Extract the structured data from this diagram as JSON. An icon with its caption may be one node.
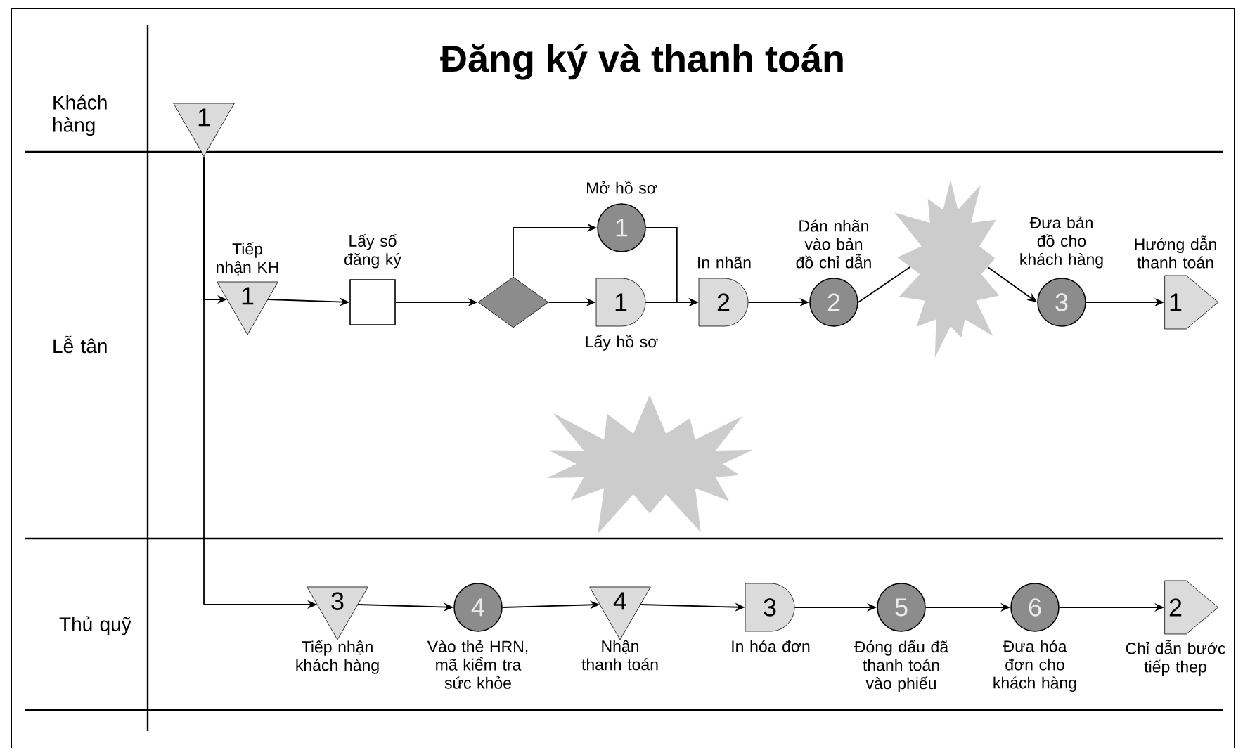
{
  "diagram": {
    "title": "Đăng ký và thanh toán",
    "nodes": [
      {
        "text": [
          "1"
        ]
      },
      {
        "text": [
          "1"
        ],
        "beside": [
          "Tiếp nhận KH"
        ]
      },
      {
        "text": [],
        "shape": "box",
        "beside": [
          "Lấy số đăng ký"
        ]
      },
      {
        "text": [],
        "shape": "diamond"
      },
      {
        "text": [
          "1"
        ],
        "beside": [
          "Mở hồ sơ"
        ]
      },
      {
        "text": [
          "1"
        ],
        "beside": [
          "Lấy hồ sơ"
        ]
      },
      {
        "text": [
          "2"
        ],
        "beside": [
          "In nhãn"
        ]
      },
      {
        "text": [
          "2"
        ],
        "beside": [
          "Dán nhãn vào bản đồ chỉ dẫn"
        ]
      },
      {
        "text": [],
        "shape": "starburst"
      },
      {
        "text": [
          "3"
        ],
        "beside": [
          "Đưa bản đồ cho khách hàng"
        ]
      },
      {
        "text": [
          "1"
        ],
        "beside": [
          "Hướng dẫn thanh toán"
        ]
      },
      {
        "text": [
          "3"
        ],
        "beside": [
          "Tiếp nhận khách hàng"
        ]
      },
      {
        "text": [
          "4"
        ],
        "beside": [
          "Vào thẻ HRN, mã kiểm tra sức khỏe"
        ]
      },
      {
        "text": [
          "4"
        ],
        "beside": [
          "Nhận thanh toán"
        ]
      },
      {
        "text": [
          "3"
        ],
        "beside": [
          "In hóa đơn"
        ]
      },
      {
        "text": [
          "5"
        ],
        "beside": [
          "Đóng dấu đã thanh toán vào phiếu"
        ]
      },
      {
        "text": [
          "6"
        ],
        "beside": [
          "Đưa hóa đơn cho khách hàng"
        ]
      },
      {
        "text": [
          "2"
        ],
        "beside": [
          "Chỉ dẫn bước tiếp thep"
        ]
      },
      {
        "text": [],
        "shape": "starburst"
      }
    ],
    "edges": [
      {
        "from": 0,
        "to": 1,
        "arrow": "to"
      },
      {
        "from": 0,
        "to": 11,
        "arrow": "to"
      },
      {
        "from": 1,
        "to": 2,
        "arrow": "to"
      },
      {
        "from": 2,
        "to": 3,
        "arrow": "to"
      },
      {
        "from": 3,
        "to": 4,
        "arrow": "to"
      },
      {
        "from": 3,
        "to": 5,
        "arrow": "to"
      },
      {
        "from": 4,
        "to": 6,
        "arrow": "to"
      },
      {
        "from": 5,
        "to": 6,
        "arrow": "to"
      },
      {
        "from": 6,
        "to": 7,
        "arrow": "to"
      },
      {
        "from": 7,
        "to": 8,
        "arrow": "none"
      },
      {
        "from": 8,
        "to": 9,
        "arrow": "to"
      },
      {
        "from": 9,
        "to": 10,
        "arrow": "to"
      },
      {
        "from": 11,
        "to": 12,
        "arrow": "to"
      },
      {
        "from": 12,
        "to": 13,
        "arrow": "to"
      },
      {
        "from": 13,
        "to": 14,
        "arrow": "to"
      },
      {
        "from": 14,
        "to": 15,
        "arrow": "to"
      },
      {
        "from": 15,
        "to": 16,
        "arrow": "to"
      },
      {
        "from": 16,
        "to": 17,
        "arrow": "to"
      }
    ],
    "labels": [
      "Khách hàng",
      "Lễ tân",
      "Thủ quỹ"
    ]
  }
}
